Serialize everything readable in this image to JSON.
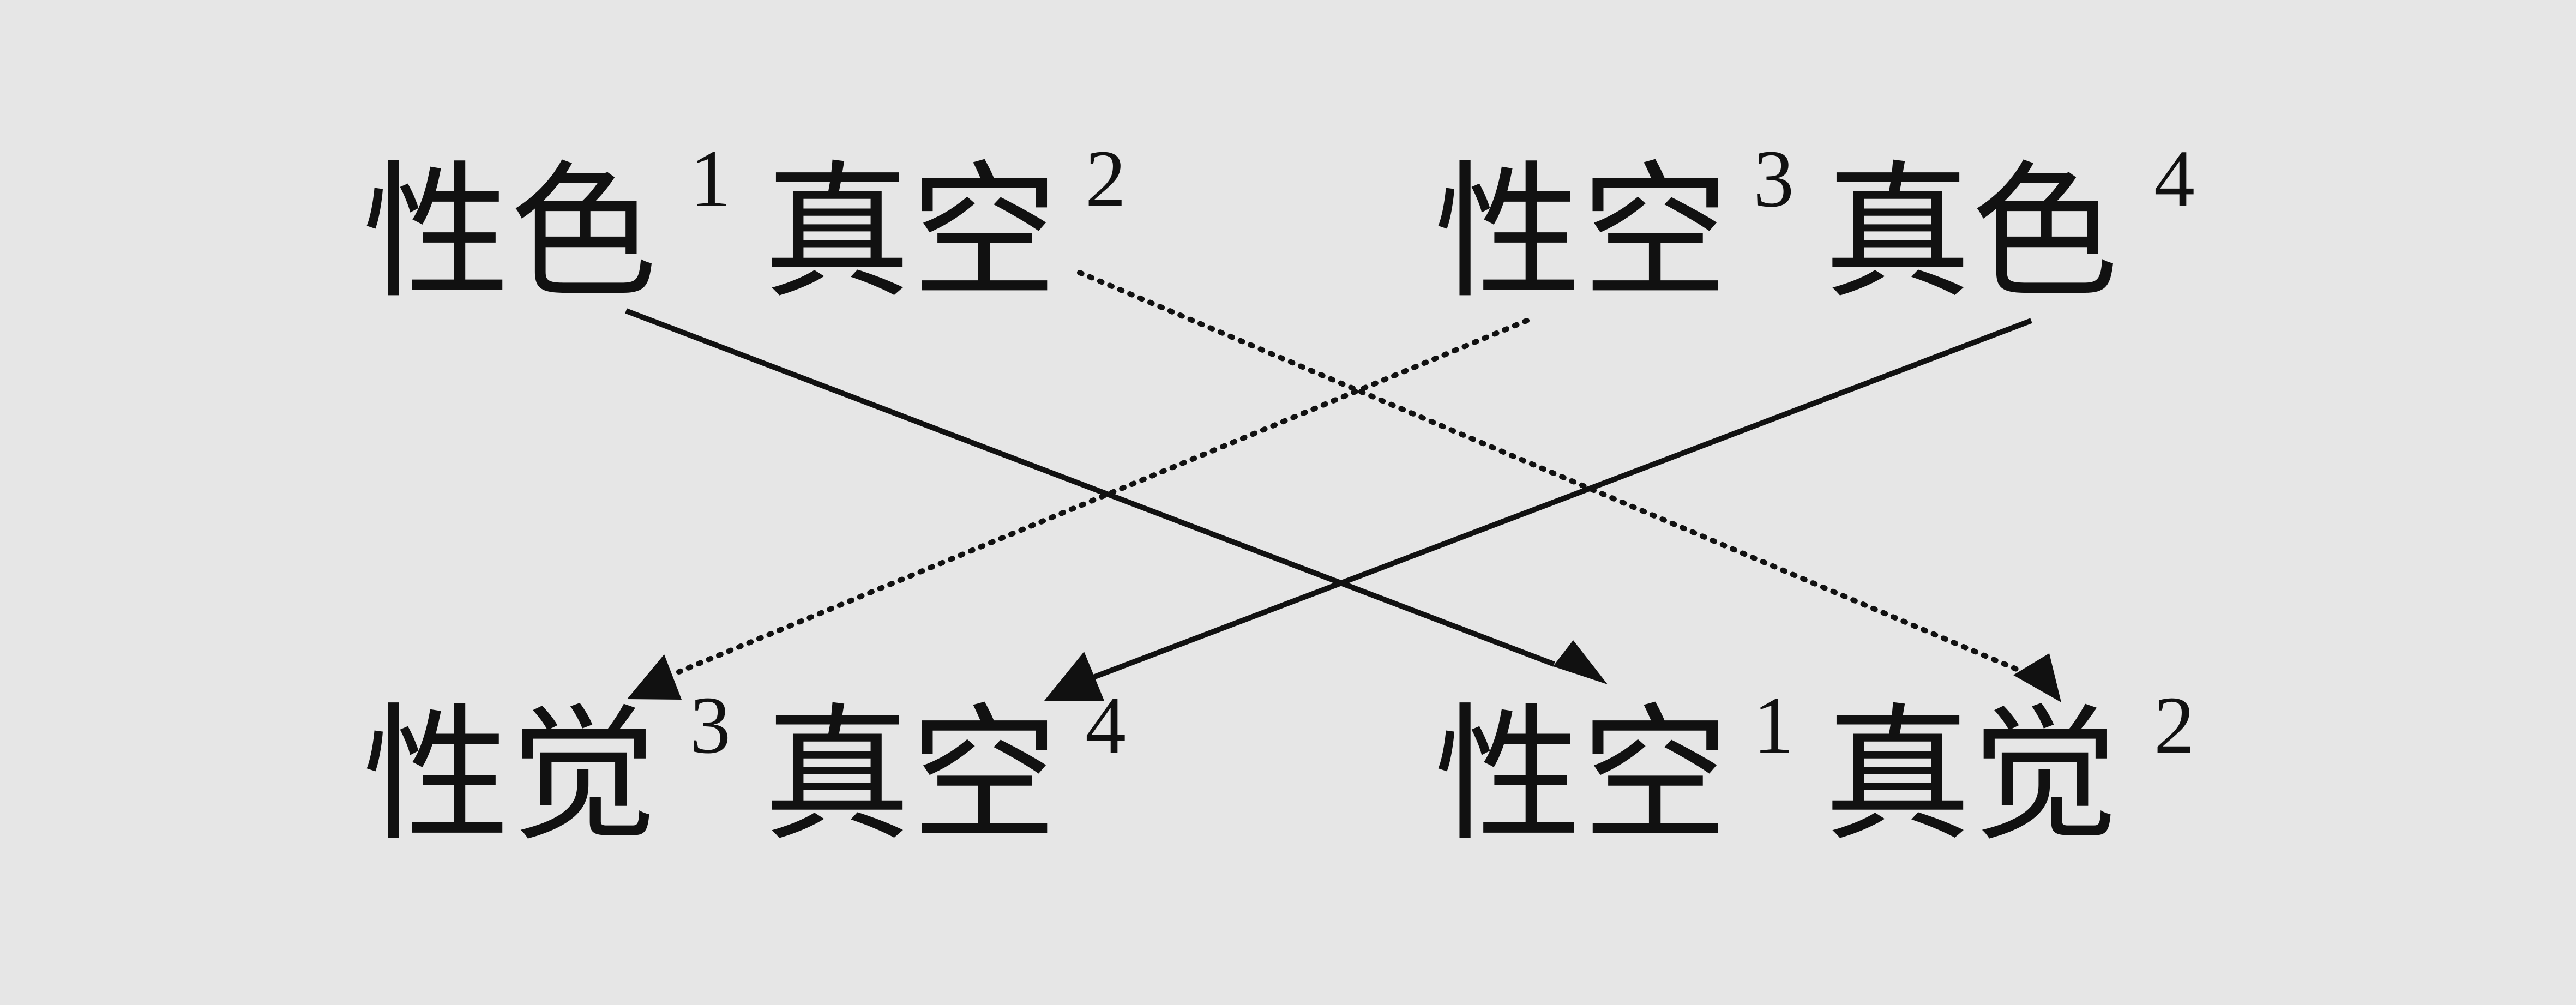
{
  "terms": {
    "top_left": {
      "part1": "性色",
      "index1": "1",
      "part2": "真空",
      "index2": "2"
    },
    "top_right": {
      "part1": "性空",
      "index1": "3",
      "part2": "真色",
      "index2": "4"
    },
    "bottom_left": {
      "part1": "性觉",
      "index1": "3",
      "part2": "真空",
      "index2": "4"
    },
    "bottom_right": {
      "part1": "性空",
      "index1": "1",
      "part2": "真觉",
      "index2": "2"
    }
  },
  "connections": [
    {
      "from": "top_left.index1",
      "to": "bottom_right.index1",
      "style": "solid"
    },
    {
      "from": "top_left.index2",
      "to": "bottom_right.index2",
      "style": "dotted"
    },
    {
      "from": "top_right.index1",
      "to": "bottom_left.index1",
      "style": "dotted"
    },
    {
      "from": "top_right.index2",
      "to": "bottom_left.index2",
      "style": "solid"
    }
  ],
  "colors": {
    "background": "#e6e6e6",
    "ink": "#111111"
  }
}
